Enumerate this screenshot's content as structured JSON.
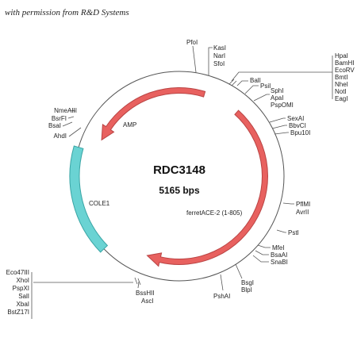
{
  "header": {
    "permission": "with permission from R&D Systems"
  },
  "plasmid": {
    "name": "RDC3148",
    "size": "5165 bps"
  },
  "features": {
    "amp": {
      "label": "AMP",
      "color": "#e8615f",
      "stroke": "#b94444"
    },
    "ace2": {
      "label": "ferretACE-2 (1-805)",
      "color": "#e8615f",
      "stroke": "#b94444"
    },
    "cole1": {
      "label": "COLE1",
      "color": "#6ad3d3",
      "stroke": "#3aa5a5"
    }
  },
  "sites": {
    "pfol": "PfoI",
    "kasi": "KasI",
    "nari": "NarI",
    "sfoi": "SfoI",
    "hpai": "HpaI",
    "bamhi": "BamHI",
    "ecorv": "EcoRV",
    "bmti": "BmtI",
    "nhei": "NheI",
    "noti": "NotI",
    "eagi": "EagI",
    "bali": "BalI",
    "psii": "PsiI",
    "sphi": "SphI",
    "apai": "ApaI",
    "pspomi": "PspOMI",
    "sexai": "SexAI",
    "bbvci": "BbvCI",
    "bpu10i": "Bpu10I",
    "pflmi": "PflMI",
    "avrii": "AvrII",
    "psti": "PstI",
    "mfei": "MfeI",
    "bsaai": "BsaAI",
    "snabi": "SnaBI",
    "bsgi": "BsgI",
    "blpi": "BlpI",
    "pshai": "PshAI",
    "bsshii": "BssHII",
    "asci": "AscI",
    "eco47iii": "Eco47III",
    "xhoi": "XhoI",
    "pspxi": "PspXI",
    "sali": "SalI",
    "xbai": "XbaI",
    "bstz17i": "BstZ17I",
    "nmeaiii": "NmeAIII",
    "bsrfi": "BsrFI",
    "bsai": "BsaI",
    "ahdi": "AhdI"
  }
}
